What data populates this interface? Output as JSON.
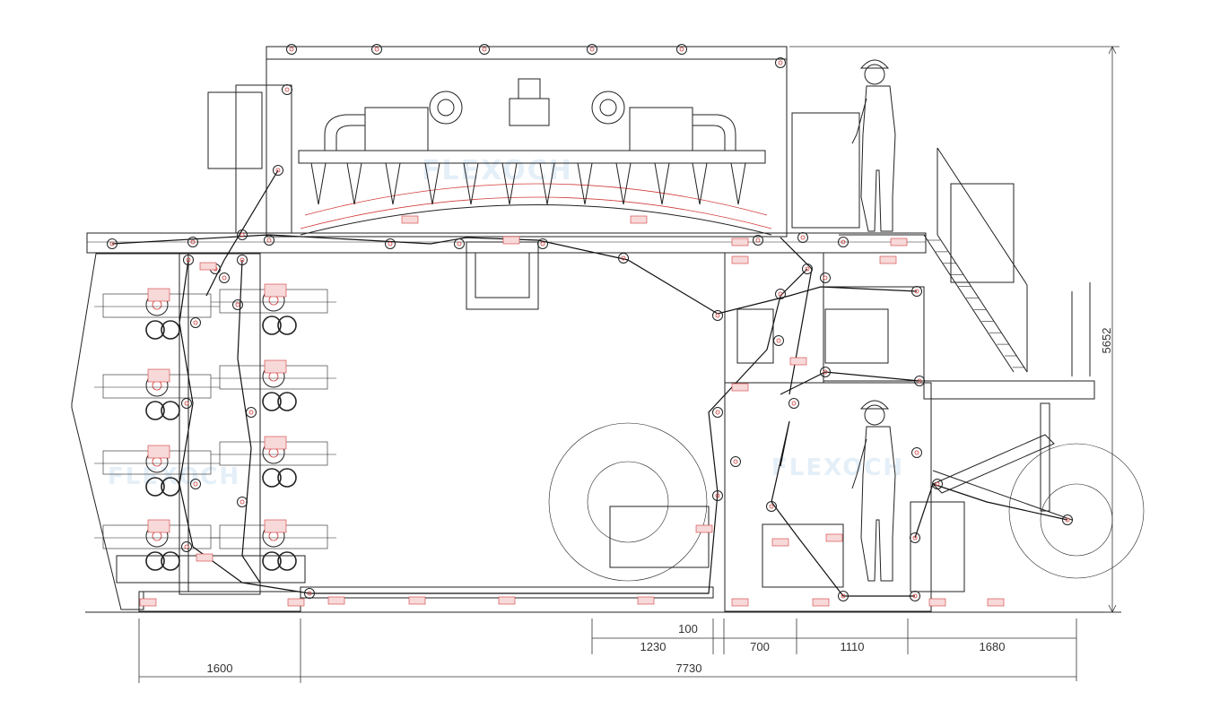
{
  "watermarks": [
    "FLEXOCH",
    "FLEXOCH",
    "FLEXOCH"
  ],
  "dimensions": {
    "height_total": "5652",
    "d_1230": "1230",
    "d_100": "100",
    "d_700": "700",
    "d_1110": "1110",
    "d_1680": "1680",
    "d_1600": "1600",
    "d_7730": "7730"
  },
  "colors": {
    "line": "#222222",
    "accent": "#d23a3a",
    "watermark": "#cfe3f3"
  }
}
